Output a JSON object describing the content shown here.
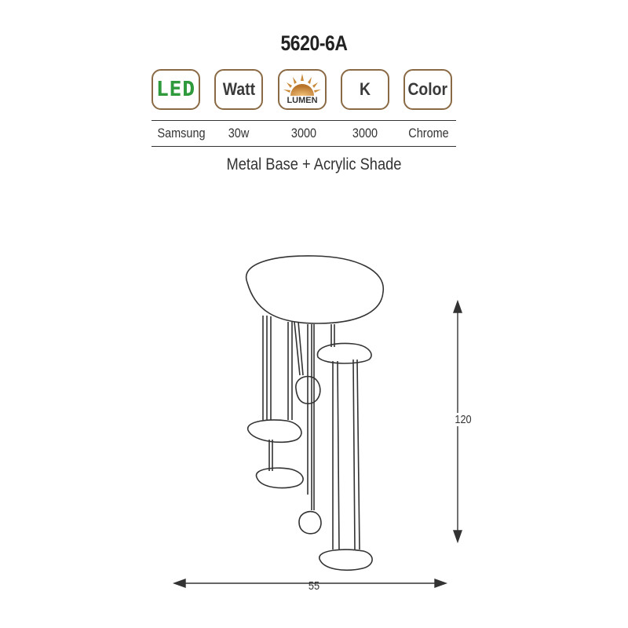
{
  "product": {
    "model": "5620-6A",
    "material": "Metal Base + Acrylic Shade"
  },
  "badges": {
    "led": "LED",
    "watt": "Watt",
    "lumen": "LUMEN",
    "kelvin": "K",
    "color": "Color"
  },
  "specs": {
    "led": "Samsung",
    "watt": "30w",
    "lumen": "3000",
    "kelvin": "3000",
    "color": "Chrome"
  },
  "dimensions": {
    "height": "120",
    "width": "55"
  },
  "colors": {
    "badge_border": "#8a6a45",
    "led_green": "#2e9a3c",
    "sun": "#c98a3a"
  },
  "icons": [
    "sun-icon"
  ]
}
